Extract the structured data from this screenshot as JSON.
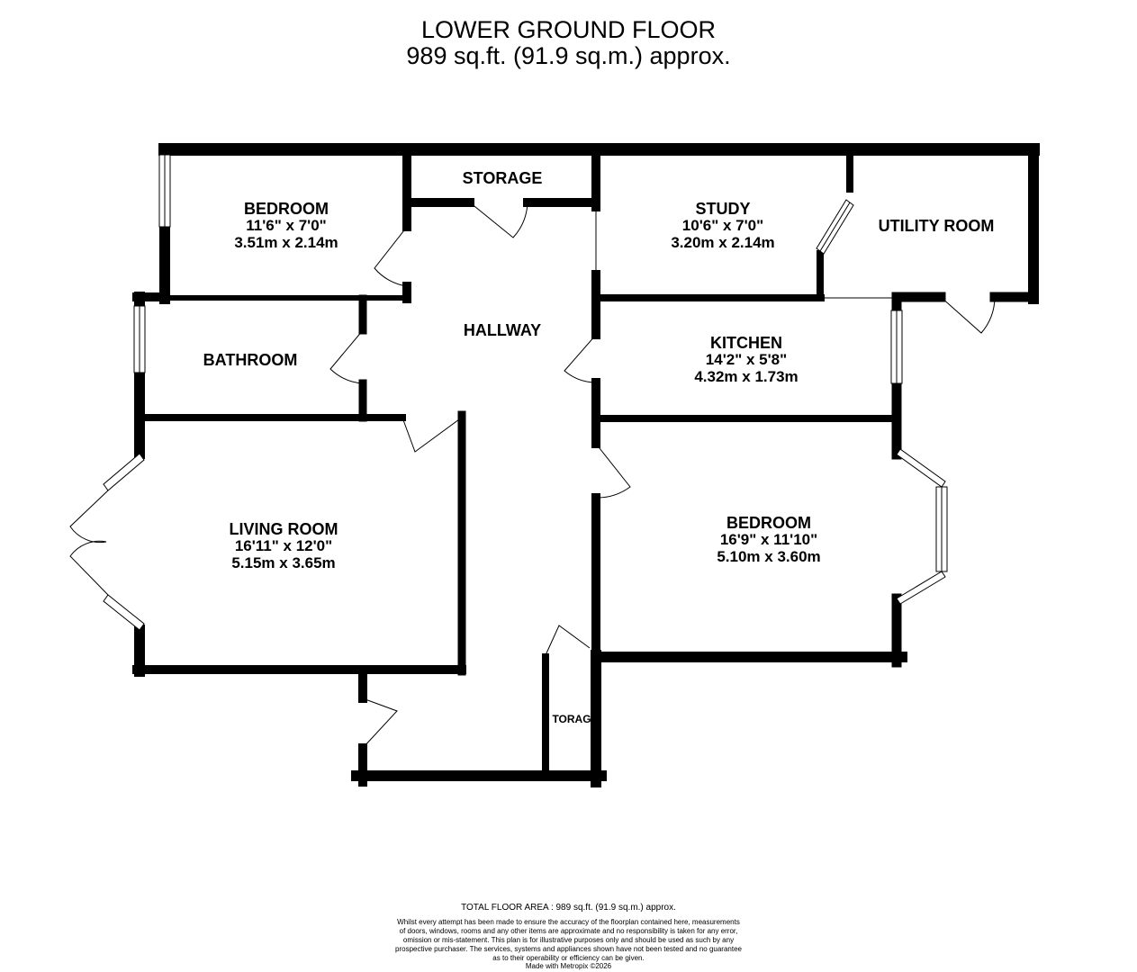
{
  "header": {
    "title": "LOWER GROUND FLOOR",
    "area": "989 sq.ft. (91.9 sq.m.) approx."
  },
  "rooms": {
    "bedroom_1": {
      "name": "BEDROOM",
      "dim_imperial": "11'6\"  x 7'0\"",
      "dim_metric": "3.51m  x 2.14m"
    },
    "storage_top": {
      "name": "STORAGE"
    },
    "study": {
      "name": "STUDY",
      "dim_imperial": "10'6\"  x 7'0\"",
      "dim_metric": "3.20m  x 2.14m"
    },
    "utility": {
      "name": "UTILITY ROOM"
    },
    "hallway": {
      "name": "HALLWAY"
    },
    "bathroom": {
      "name": "BATHROOM"
    },
    "kitchen": {
      "name": "KITCHEN",
      "dim_imperial": "14'2\"  x 5'8\"",
      "dim_metric": "4.32m  x 1.73m"
    },
    "living": {
      "name": "LIVING ROOM",
      "dim_imperial": "16'11\"  x 12'0\"",
      "dim_metric": "5.15m  x 3.65m"
    },
    "bedroom_2": {
      "name": "BEDROOM",
      "dim_imperial": "16'9\"  x 11'10\"",
      "dim_metric": "5.10m  x 3.60m"
    },
    "storage_bottom": {
      "name": "TORAG"
    }
  },
  "footer": {
    "total": "TOTAL FLOOR AREA : 989 sq.ft. (91.9 sq.m.) approx.",
    "disclaimer_lines": [
      "Whilst every attempt has been made to ensure the accuracy of the floorplan contained here, measurements",
      "of doors, windows, rooms and any other items are approximate and no responsibility is taken for any error,",
      "omission or mis-statement. This plan is for illustrative purposes only and should be used as such by any",
      "prospective purchaser. The services, systems and appliances shown have not been tested and no guarantee",
      "as to their operability or efficiency can be given."
    ],
    "credit": "Made with Metropix ©2026"
  }
}
